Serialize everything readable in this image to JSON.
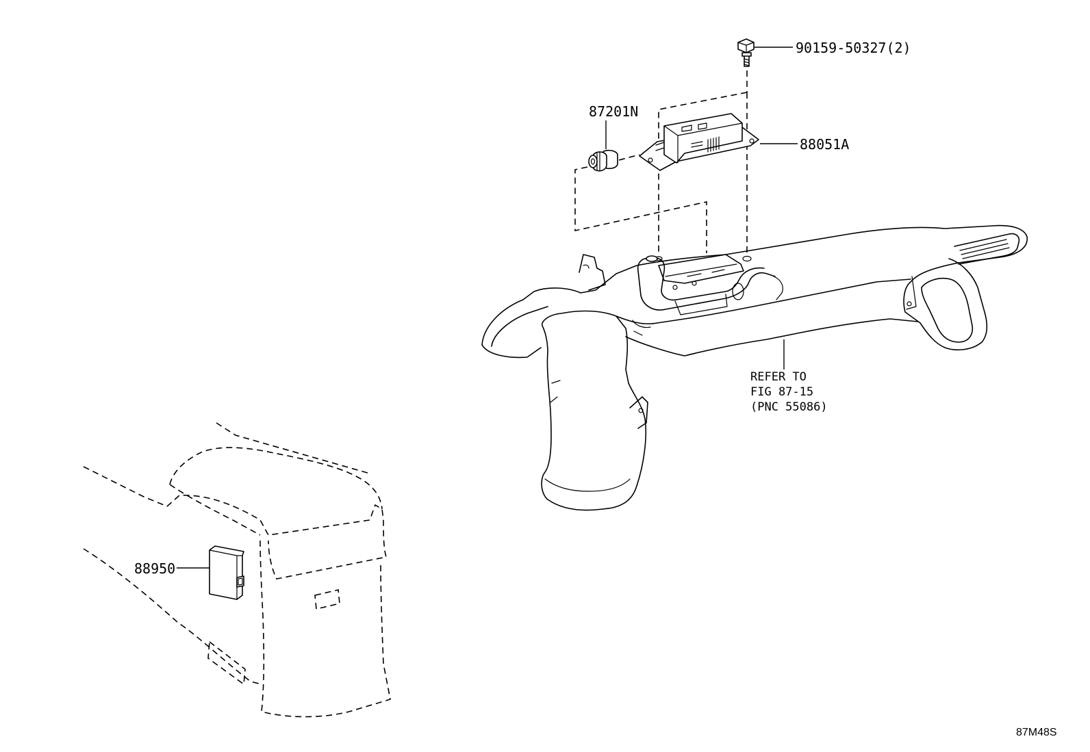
{
  "diagram": {
    "callouts": {
      "bolt": "90159-50327(2)",
      "clamp": "87201N",
      "module": "88051A",
      "receiver": "88950"
    },
    "reference_note": {
      "line1": "REFER TO",
      "line2": "FIG 87-15",
      "line3": "(PNC 55086)"
    },
    "figure_id": "87M48S"
  }
}
